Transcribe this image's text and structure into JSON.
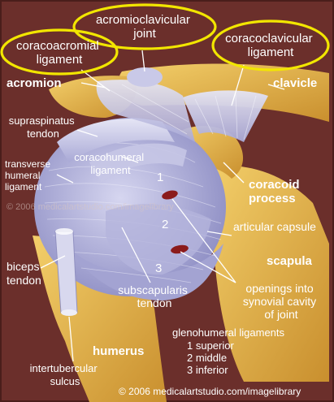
{
  "labels": {
    "acromioclavicular_joint": [
      "acromioclavicular",
      "joint"
    ],
    "coracoacromial_ligament": [
      "coracoacromial",
      "ligament"
    ],
    "coracoclavicular_ligament": [
      "coracoclavicular",
      "ligament"
    ],
    "acromion": "acromion",
    "clavicle": "clavicle",
    "supraspinatus_tendon": [
      "supraspinatus",
      "tendon"
    ],
    "coracohumeral_ligament": [
      "coracohumeral",
      "ligament"
    ],
    "transverse_humeral_ligament": [
      "transverse",
      "humeral",
      "ligament"
    ],
    "coracoid_process": [
      "coracoid",
      "process"
    ],
    "articular_capsule": "articular capsule",
    "scapula": "scapula",
    "biceps_tendon": [
      "biceps",
      "tendon"
    ],
    "openings": [
      "openings into",
      "synovial cavity",
      "of joint"
    ],
    "subscapularis_tendon": [
      "subscapularis",
      "tendon"
    ],
    "humerus": "humerus",
    "intertubercular_sulcus": [
      "intertubercular",
      "sulcus"
    ],
    "glenohumeral": [
      "glenohumeral ligaments",
      "1 superior",
      "2 middle",
      "3 inferior"
    ],
    "num1": "1",
    "num2": "2",
    "num3": "3"
  },
  "watermarks": {
    "middle": "© 2006  medicalartstudio.com/imagelibrary",
    "bottom": "© 2006 medicalartstudio.com/imagelibrary"
  },
  "colors": {
    "background": "#6b2f2b",
    "bone": "#e6b447",
    "capsule": "#b9b9de",
    "highlight": "#f2e600",
    "label_text": "#ffffff"
  }
}
